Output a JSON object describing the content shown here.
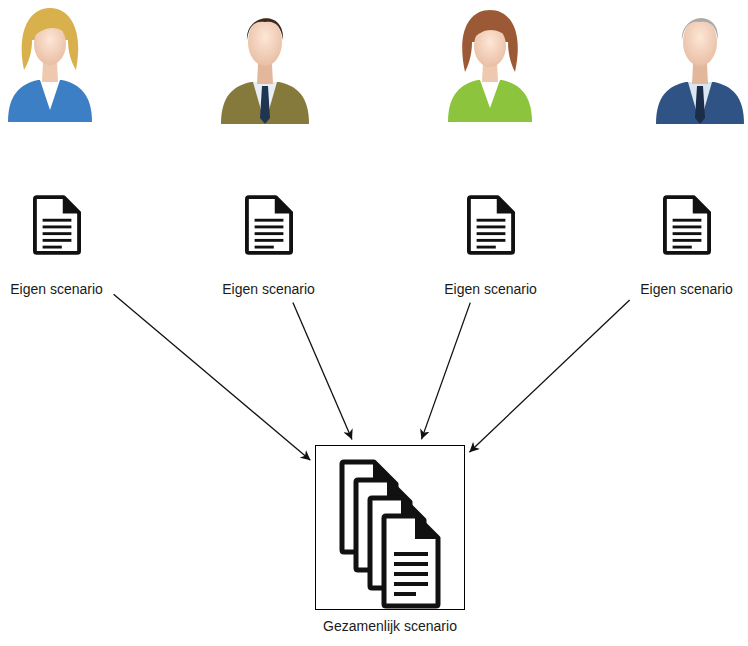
{
  "diagram": {
    "nodes": [
      {
        "text": [
          "Eigen scenario"
        ]
      },
      {
        "text": [
          "Eigen scenario"
        ]
      },
      {
        "text": [
          "Eigen scenario"
        ]
      },
      {
        "text": [
          "Eigen scenario"
        ]
      },
      {
        "text": [
          "Gezamenlijk scenario"
        ]
      }
    ],
    "edges": [
      {
        "from": 0,
        "to": 4,
        "arrow": "to"
      },
      {
        "from": 1,
        "to": 4,
        "arrow": "to"
      },
      {
        "from": 2,
        "to": 4,
        "arrow": "to"
      },
      {
        "from": 3,
        "to": 4,
        "arrow": "to"
      }
    ]
  }
}
